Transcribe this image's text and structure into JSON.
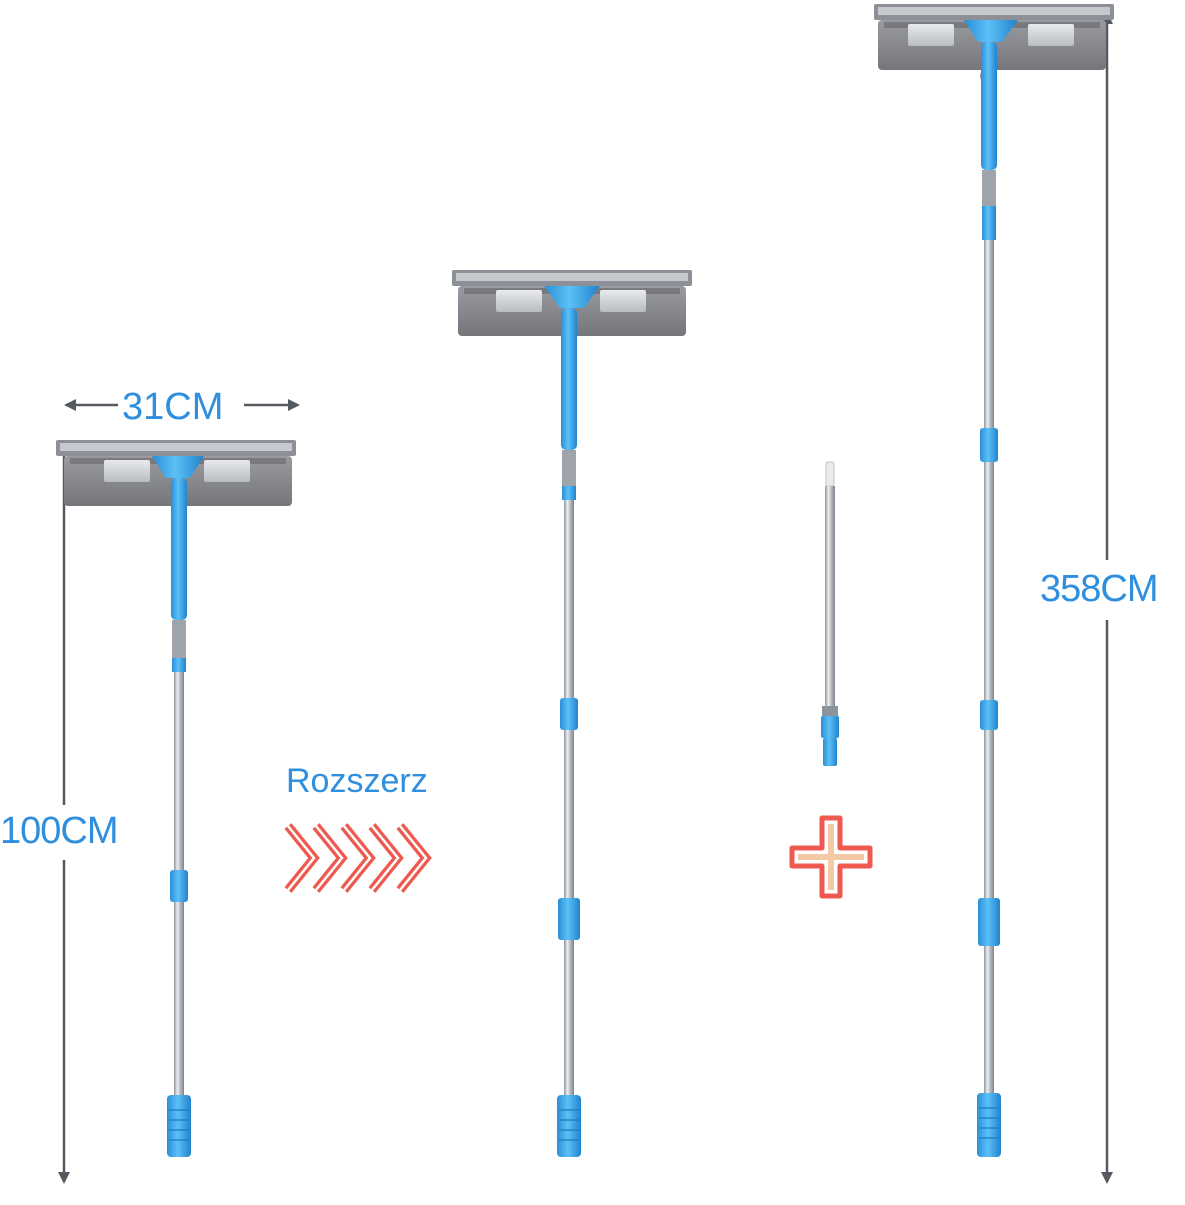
{
  "colors": {
    "label": "#2f8fde",
    "accent_blue": "#3aa3ea",
    "pad_gray": "#8e8f94",
    "steel": "#c7cbd0",
    "arrow_red": "#ee5a4f",
    "dim_line": "#555a60"
  },
  "labels": {
    "width": "31CM",
    "short_length": "100CM",
    "long_length": "358CM",
    "extend": "Rozszerz"
  },
  "icons": {
    "extend_arrows": "chevron-right-icon",
    "add": "plus-icon"
  }
}
